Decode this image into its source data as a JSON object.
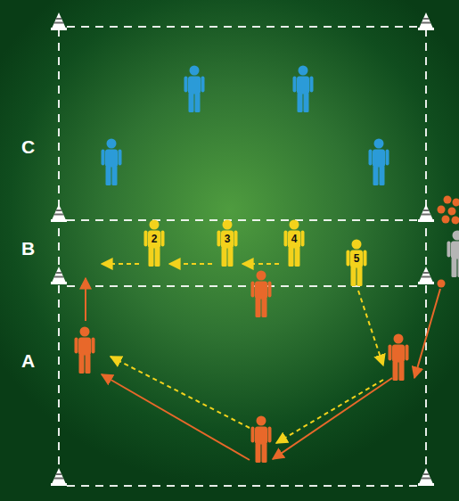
{
  "diagram": {
    "nodes": [
      {
        "text": [
          "2"
        ]
      },
      {
        "text": [
          "3"
        ]
      },
      {
        "text": [
          "4"
        ]
      },
      {
        "text": [
          "5"
        ]
      }
    ],
    "edges": [
      {
        "from": 2,
        "to": 1,
        "arrow": "to"
      },
      {
        "from": 1,
        "to": 0,
        "arrow": "to"
      }
    ],
    "labels": [
      "C",
      "B",
      "A"
    ]
  }
}
